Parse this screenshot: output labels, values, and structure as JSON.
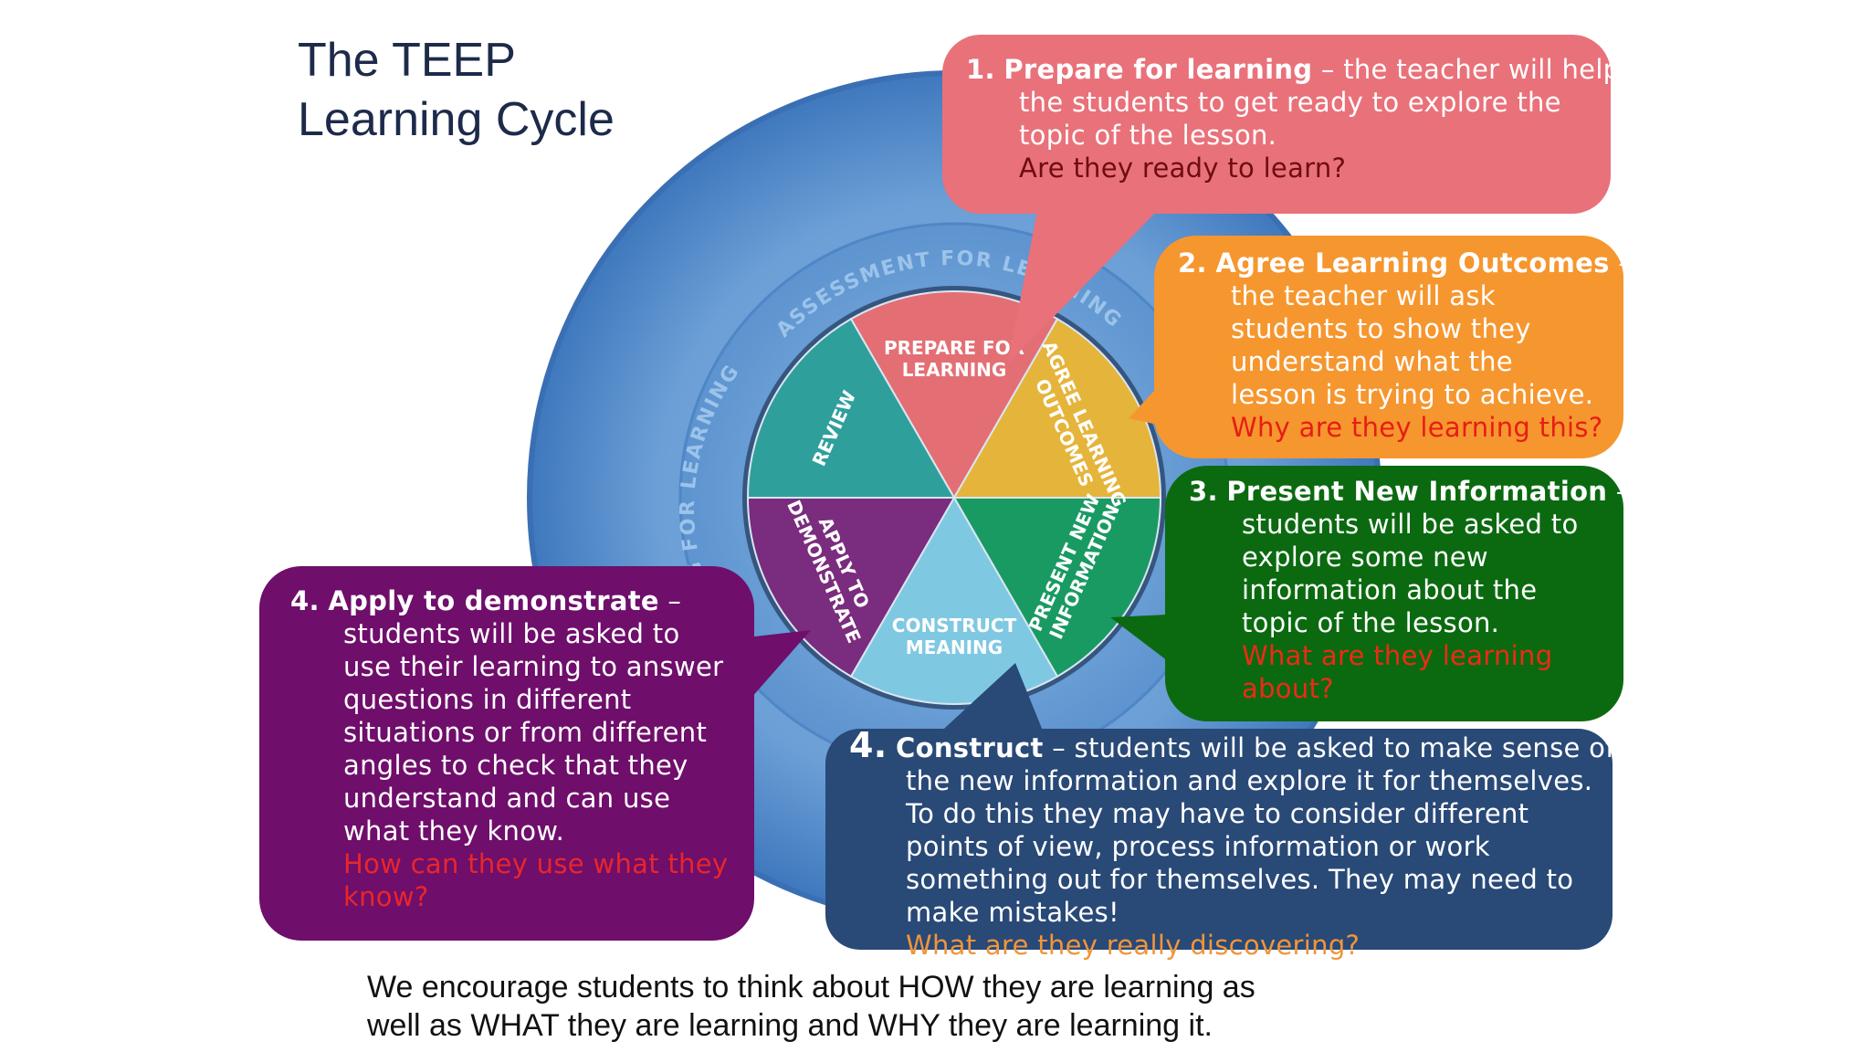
{
  "title": [
    "The TEEP",
    "Learning Cycle"
  ],
  "wheel": {
    "outer_ring_labels": [
      "ASSESSMENT FOR LEARNING",
      "THINKING FOR LEARNING"
    ],
    "segments": [
      {
        "label": [
          "PREPARE FOR",
          "LEARNING"
        ],
        "color": "#e36f74"
      },
      {
        "label": [
          "AGREE LEARNING",
          "OUTCOMES"
        ],
        "color": "#e5b43a"
      },
      {
        "label": [
          "PRESENT NEW",
          "INFORMATION"
        ],
        "color": "#1a9a63"
      },
      {
        "label": [
          "CONSTRUCT",
          "MEANING"
        ],
        "color": "#7fc8e2"
      },
      {
        "label": [
          "APPLY TO",
          "DEMONSTRATE"
        ],
        "color": "#7a2c7e"
      },
      {
        "label": [
          "REVIEW"
        ],
        "color": "#2f9f9c"
      }
    ]
  },
  "callouts": {
    "prepare": {
      "number": "1.",
      "title": "Prepare for learning",
      "first_line_rest": " – the teacher will help",
      "lines": [
        "the students to get ready to explore the",
        "topic of the lesson."
      ],
      "question": "Are they ready to learn?"
    },
    "agree": {
      "number": "2.",
      "title": "Agree Learning Outcomes",
      "first_line_rest": " –",
      "lines": [
        "the teacher will ask",
        "students to show they",
        "understand what the",
        "lesson is trying to achieve."
      ],
      "question": "Why are they learning this?"
    },
    "present": {
      "number": "3.",
      "title": "Present New Information",
      "first_line_rest": " –",
      "lines": [
        "students will be asked to",
        "explore some new",
        "information about the",
        "topic of the lesson."
      ],
      "question_lines": [
        "What are they learning",
        "about?"
      ]
    },
    "apply": {
      "number": "4.",
      "title": "Apply to demonstrate",
      "first_line_rest": " –",
      "lines": [
        "students will be asked to",
        "use their learning to answer",
        "questions in different",
        "situations or from different",
        "angles to check that they",
        "understand and can use",
        "what they know."
      ],
      "question_lines": [
        "How can they use what they",
        "know?"
      ]
    },
    "construct": {
      "number": "4.",
      "title": "Construct",
      "first_line_rest": " – students will be asked to make sense of",
      "lines": [
        "the new information and explore it for themselves.",
        "To do this they may have to consider different",
        "points of view, process information or work",
        "something out for themselves. They may need to",
        "make mistakes!"
      ],
      "question": "What are they really discovering?"
    }
  },
  "footer": [
    "We encourage students to think about HOW they are learning as",
    "well as WHAT they are learning and WHY they are learning it."
  ]
}
